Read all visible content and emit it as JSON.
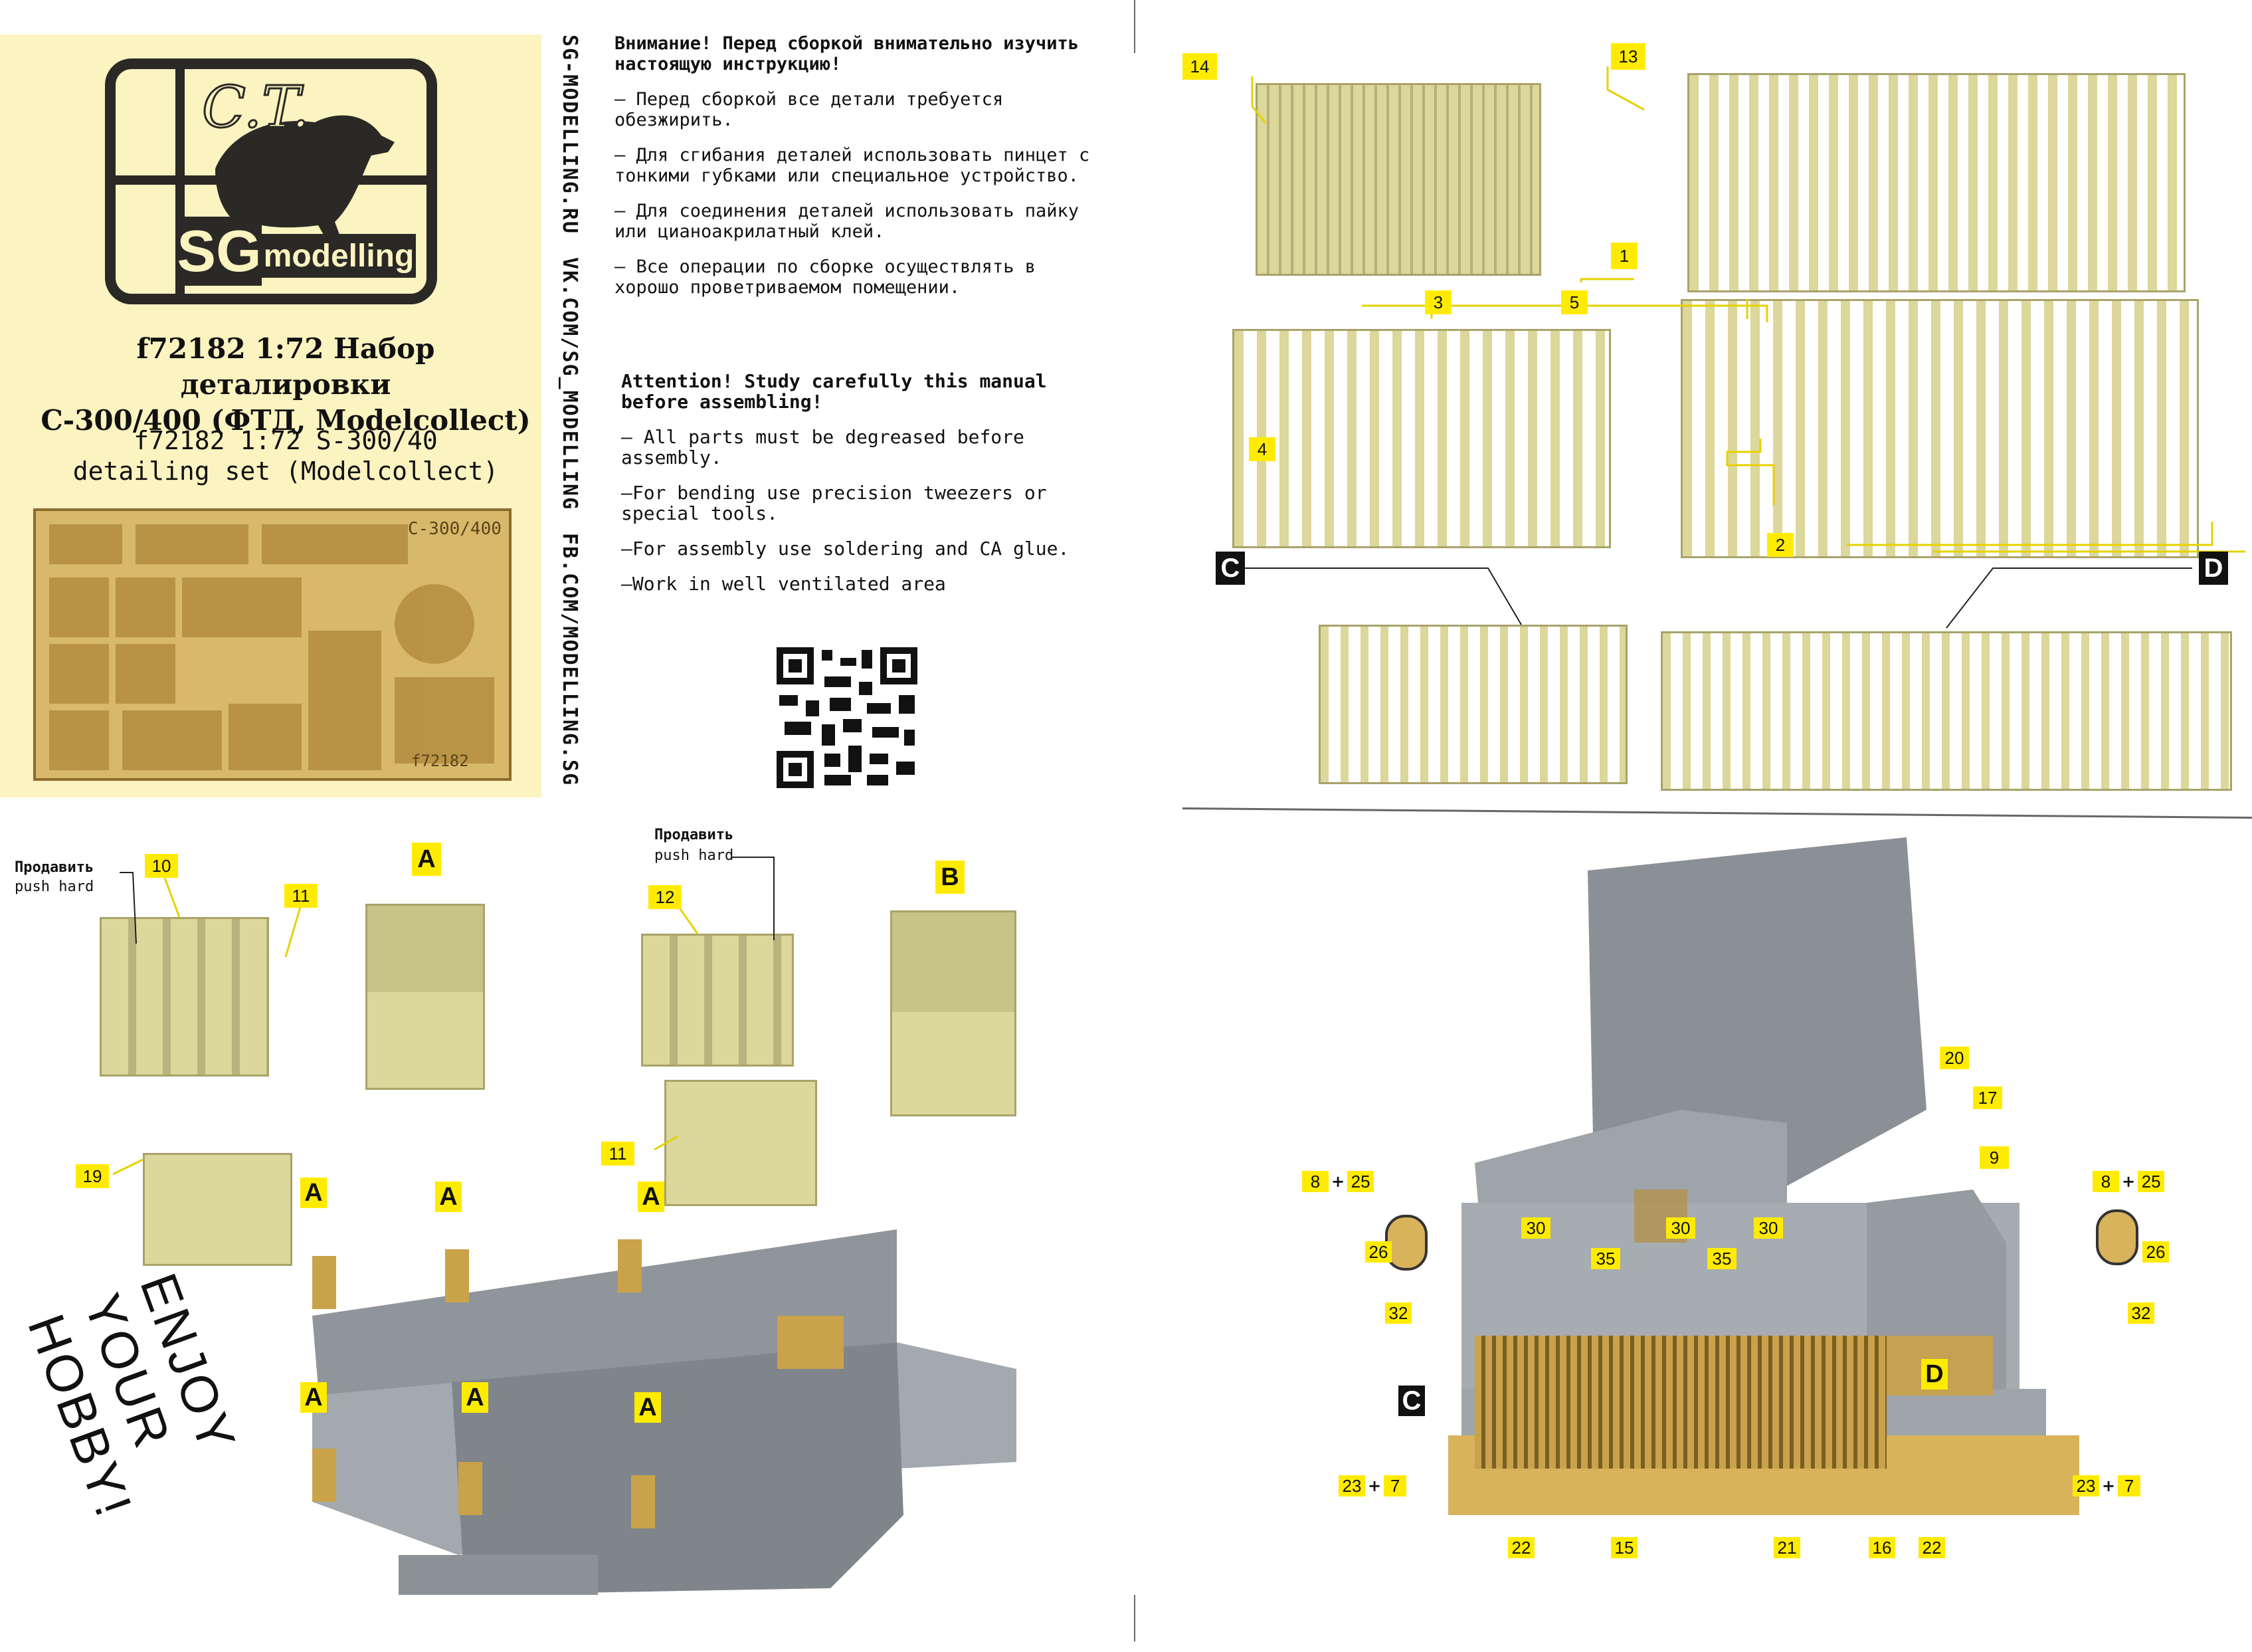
{
  "cover": {
    "logo_script": "C.T.",
    "logo_sg": "SG",
    "logo_modelling": "modelling",
    "title_ru_line1": "f72182 1:72 Набор деталировки",
    "title_ru_line2": "С-300/400 (ФТД, Modelcollect)",
    "title_en_line1": "f72182 1:72 S-300/40",
    "title_en_line2": "detailing set (Modelcollect)",
    "fret_code": "f72182",
    "fret_mark": "С-300/400"
  },
  "sidebar": {
    "site": "SG-MODELLING.RU",
    "vk": "VK.COM/SG_MODELLING",
    "fb": "FB.COM/MODELLING.SG"
  },
  "instructions": {
    "ru_heading": "Внимание! Перед сборкой внимательно изучить настоящую инструкцию!",
    "ru_items": [
      "– Перед сборкой все детали требуется обезжирить.",
      "– Для сгибания деталей использовать пинцет с тонкими губками или специальное устройство.",
      "– Для соединения деталей использовать пайку или цианоакрилатный клей.",
      "– Все операции по сборке осуществлять в хорошо проветриваемом помещении."
    ],
    "en_heading": "Attention! Study carefully this manual before assembling!",
    "en_items": [
      "– All parts must be degreased before assembly.",
      "–For bending use precision tweezers or special tools.",
      "–For assembly use soldering and CA glue.",
      "–Work in well ventilated area"
    ]
  },
  "grille_diagram": {
    "callouts": [
      "14",
      "13",
      "1",
      "3",
      "5",
      "4",
      "2"
    ],
    "letters": [
      "C",
      "D"
    ]
  },
  "flaps_diagram": {
    "note_ru": "Продавить",
    "note_en": "push hard",
    "callouts_left": [
      "10",
      "11",
      "19"
    ],
    "callouts_right": [
      "12",
      "11"
    ],
    "letters": [
      "A",
      "B"
    ]
  },
  "chassis_photo": {
    "letters": [
      "A",
      "A",
      "A",
      "A",
      "A",
      "A"
    ]
  },
  "slogan": "ENJOY YOUR HOBBY!",
  "truck_photo": {
    "callouts_top": [
      "20",
      "17",
      "9"
    ],
    "left_mirror": [
      "8",
      "+",
      "25"
    ],
    "right_mirror": [
      "8",
      "+",
      "25"
    ],
    "left_26": "26",
    "right_26": "26",
    "left_32": "32",
    "right_32": "32",
    "callouts_hood": [
      "30",
      "30",
      "30"
    ],
    "callouts_35": [
      "35",
      "35"
    ],
    "letters": [
      "C",
      "D"
    ],
    "left_bumper": [
      "23",
      "+",
      "7"
    ],
    "right_bumper": [
      "23",
      "+",
      "7"
    ],
    "callouts_bottom": [
      "22",
      "15",
      "21",
      "16",
      "22"
    ]
  },
  "colors": {
    "cover_bg": "#fbf3c0",
    "callout_yellow": "#ffeb00",
    "part_khaki": "#dcd79a",
    "model_grey": "#9aa0a6",
    "brass": "#c9a24a"
  }
}
